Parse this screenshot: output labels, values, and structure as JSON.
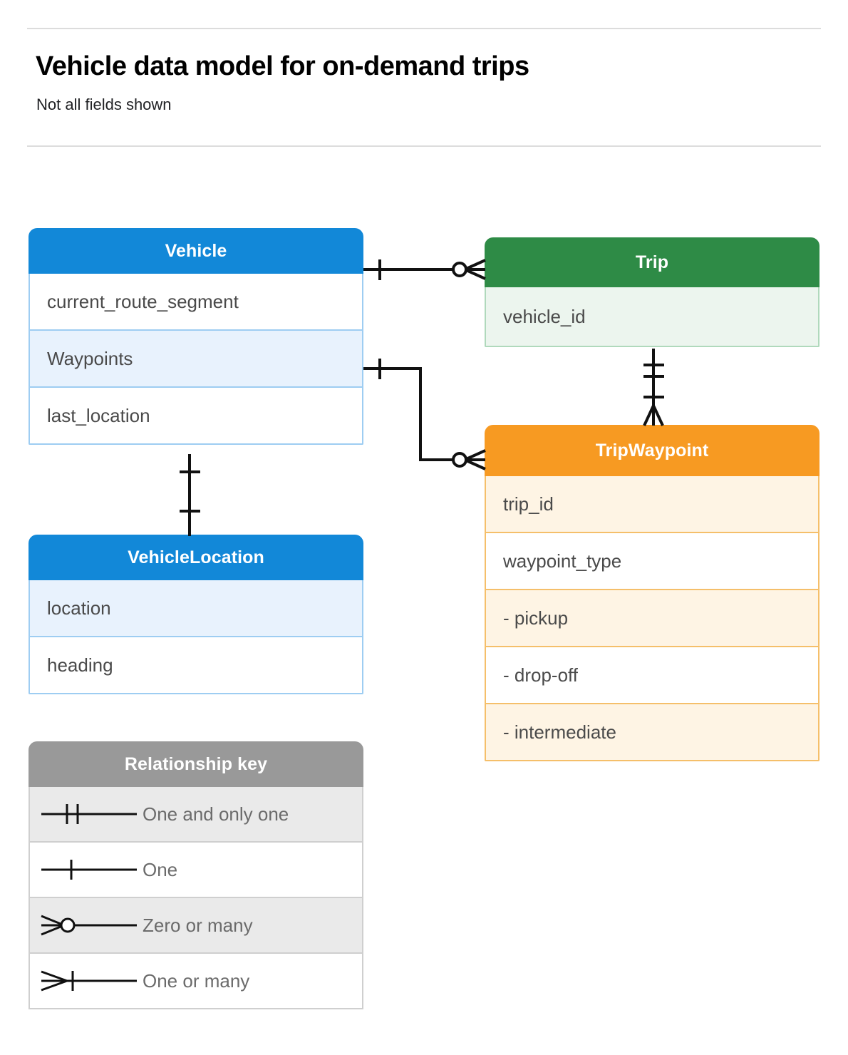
{
  "header": {
    "title": "Vehicle data model for on-demand trips",
    "subtitle": "Not all fields shown"
  },
  "colors": {
    "blue": "#1288d8",
    "blue_tint": "#e8f2fd",
    "blue_border": "#9ecdf2",
    "green": "#2e8b46",
    "green_tint": "#ecf5ee",
    "green_border": "#b0d9bc",
    "orange": "#f79a22",
    "orange_tint": "#fef4e4",
    "orange_border": "#f5bf6a",
    "gray": "#999999",
    "gray_tint": "#eaeaea",
    "line": "#000000",
    "rule": "#dcdcdc"
  },
  "entities": [
    {
      "id": "vehicle",
      "name": "Vehicle",
      "color": "blue",
      "fields": [
        {
          "label": "current_route_segment",
          "highlight": false
        },
        {
          "label": "Waypoints",
          "highlight": true
        },
        {
          "label": "last_location",
          "highlight": false
        }
      ]
    },
    {
      "id": "trip",
      "name": "Trip",
      "color": "green",
      "fields": [
        {
          "label": "vehicle_id",
          "highlight": true
        }
      ]
    },
    {
      "id": "tripwaypoint",
      "name": "TripWaypoint",
      "color": "orange",
      "fields": [
        {
          "label": "trip_id",
          "highlight": true
        },
        {
          "label": "waypoint_type",
          "highlight": false
        },
        {
          "label": "-  pickup",
          "highlight": true
        },
        {
          "label": "-  drop-off",
          "highlight": false
        },
        {
          "label": "-  intermediate",
          "highlight": true
        }
      ]
    },
    {
      "id": "vehiclelocation",
      "name": "VehicleLocation",
      "color": "blue",
      "fields": [
        {
          "label": "location",
          "highlight": true
        },
        {
          "label": "heading",
          "highlight": false
        }
      ]
    }
  ],
  "legend": {
    "title": "Relationship key",
    "rows": [
      {
        "symbol": "one-and-only-one",
        "label": "One and only one",
        "highlight": true
      },
      {
        "symbol": "one",
        "label": "One",
        "highlight": false
      },
      {
        "symbol": "zero-or-many",
        "label": "Zero or many",
        "highlight": true
      },
      {
        "symbol": "one-or-many",
        "label": "One or many",
        "highlight": false
      }
    ]
  },
  "relationships": [
    {
      "id": "vehicle-to-trip",
      "from": "Vehicle",
      "to": "Trip",
      "from_cardinality": "One",
      "to_cardinality": "Zero or many"
    },
    {
      "id": "vehicle-waypoints-to-tripwaypoint",
      "from": "Vehicle.Waypoints",
      "to": "TripWaypoint",
      "from_cardinality": "One",
      "to_cardinality": "Zero or many"
    },
    {
      "id": "trip-to-tripwaypoint",
      "from": "Trip",
      "to": "TripWaypoint",
      "from_cardinality": "One and only one",
      "to_cardinality": "One or many"
    },
    {
      "id": "vehicle-to-vehiclelocation",
      "from": "Vehicle.last_location",
      "to": "VehicleLocation",
      "from_cardinality": "One",
      "to_cardinality": "One"
    }
  ]
}
